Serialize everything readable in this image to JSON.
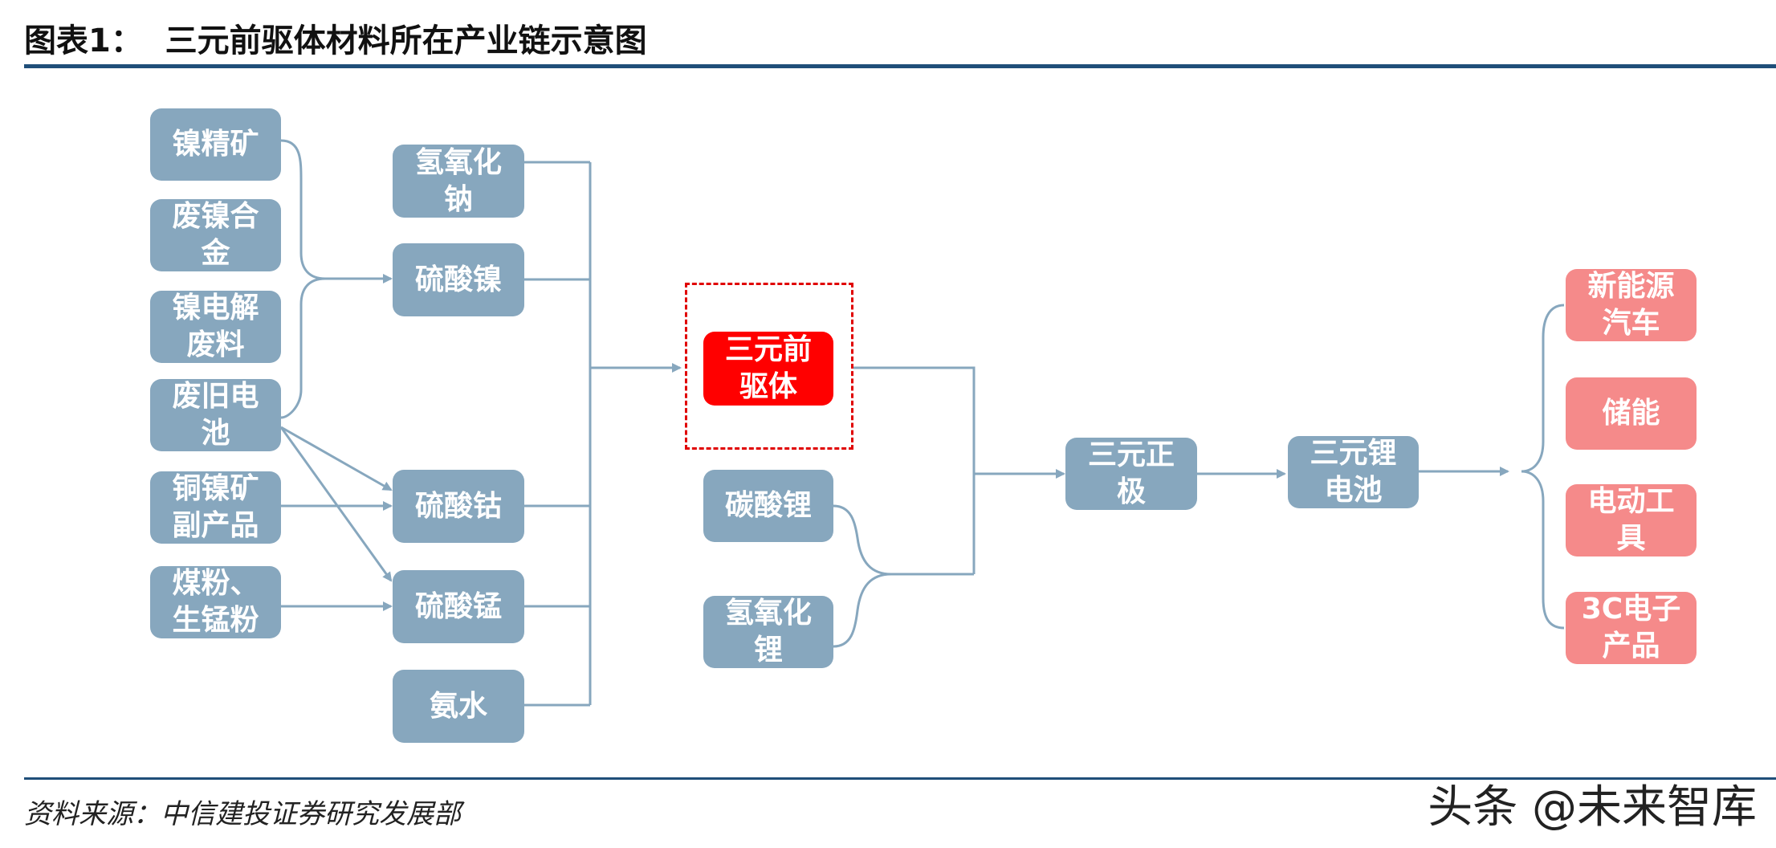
{
  "header": {
    "title": "图表1：  三元前驱体材料所在产业链示意图"
  },
  "footer": {
    "source": "资料来源：中信建投证券研究发展部",
    "watermark": "头条 @未来智库"
  },
  "diagram": {
    "raw_materials": [
      {
        "label": "镍精矿"
      },
      {
        "label": "废镍合\n金"
      },
      {
        "label": "镍电解\n废料"
      },
      {
        "label": "废旧电\n池"
      },
      {
        "label": "铜镍矿\n副产品"
      },
      {
        "label": "煤粉、\n生锰粉"
      }
    ],
    "intermediates": [
      {
        "label": "氢氧化\n钠"
      },
      {
        "label": "硫酸镍"
      },
      {
        "label": "硫酸钴"
      },
      {
        "label": "硫酸锰"
      },
      {
        "label": "氨水"
      }
    ],
    "precursor": {
      "label": "三元前\n驱体"
    },
    "lithium_sources": [
      {
        "label": "碳酸锂"
      },
      {
        "label": "氢氧化\n锂"
      }
    ],
    "cathode": {
      "label": "三元正\n极"
    },
    "battery": {
      "label": "三元锂\n电池"
    },
    "applications": [
      {
        "label": "新能源\n汽车"
      },
      {
        "label": "储能"
      },
      {
        "label": "电动工\n具"
      },
      {
        "label": "3C电子\n产品"
      }
    ],
    "colors": {
      "box": "#87a7be",
      "application": "#f58a8a",
      "highlight": "#ff0000",
      "rule": "#1f4e79"
    }
  }
}
